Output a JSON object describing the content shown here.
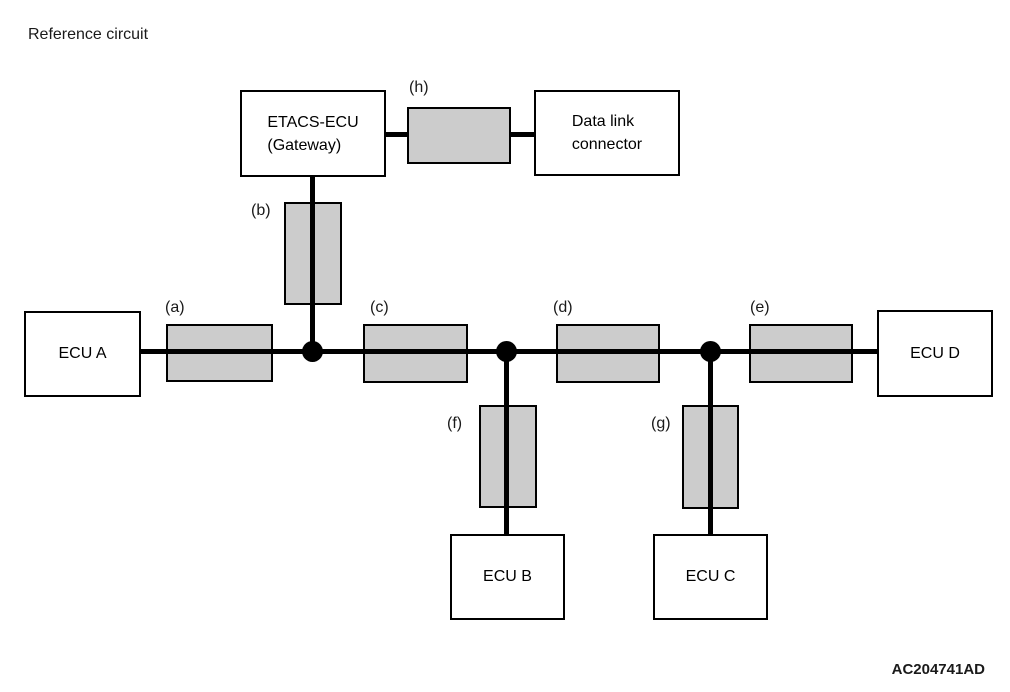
{
  "title": "Reference circuit",
  "figure_code": "AC204741AD",
  "colors": {
    "background": "#ffffff",
    "line": "#000000",
    "connector_fill": "#cccccc"
  },
  "nodes": {
    "etacs": {
      "line1": "ETACS-ECU",
      "line2": "(Gateway)"
    },
    "dlc": {
      "line1": "Data link",
      "line2": "connector"
    },
    "ecu_a": {
      "label": "ECU A"
    },
    "ecu_b": {
      "label": "ECU B"
    },
    "ecu_c": {
      "label": "ECU C"
    },
    "ecu_d": {
      "label": "ECU D"
    }
  },
  "segments": {
    "a": {
      "label": "(a)"
    },
    "b": {
      "label": "(b)"
    },
    "c": {
      "label": "(c)"
    },
    "d": {
      "label": "(d)"
    },
    "e": {
      "label": "(e)"
    },
    "f": {
      "label": "(f)"
    },
    "g": {
      "label": "(g)"
    },
    "h": {
      "label": "(h)"
    }
  },
  "connections": [
    "ECU A -(a)- junction 1",
    "junction 1 -(b)- ETACS-ECU (Gateway)",
    "ETACS-ECU (Gateway) -(h)- Data link connector",
    "junction 1 -(c)- junction 2",
    "junction 2 -(f)- ECU B",
    "junction 2 -(d)- junction 3",
    "junction 3 -(g)- ECU C",
    "junction 3 -(e)- ECU D"
  ]
}
